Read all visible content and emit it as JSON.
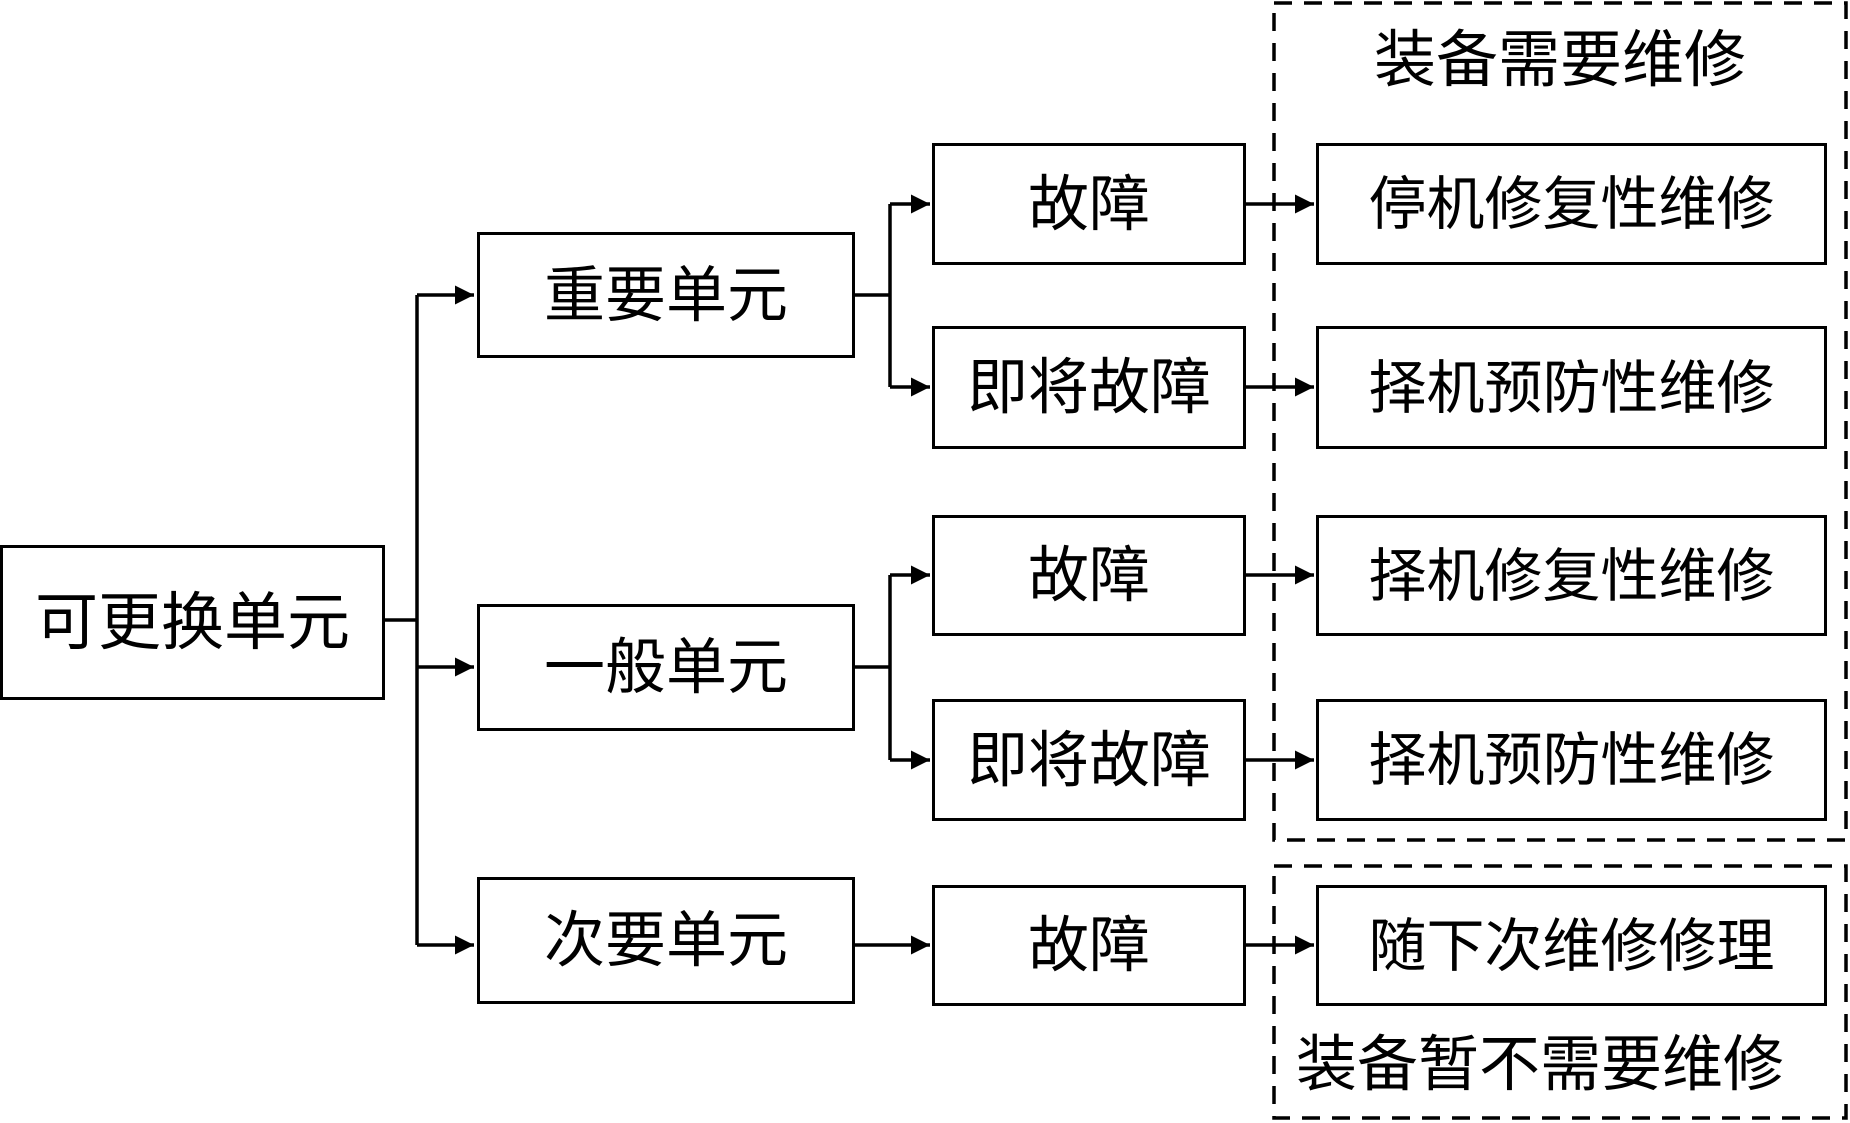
{
  "nodes": {
    "root": "可更换单元",
    "important_unit": "重要单元",
    "general_unit": "一般单元",
    "minor_unit": "次要单元",
    "important_fault": "故障",
    "important_imminent_fault": "即将故障",
    "general_fault": "故障",
    "general_imminent_fault": "即将故障",
    "minor_fault": "故障",
    "shutdown_corrective": "停机修复性维修",
    "opportunistic_preventive_1": "择机预防性维修",
    "opportunistic_corrective": "择机修复性维修",
    "opportunistic_preventive_2": "择机预防性维修",
    "next_maintenance_repair": "随下次维修修理"
  },
  "regions": {
    "needs_maintenance": "装备需要维修",
    "no_maintenance_needed": "装备暂不需要维修"
  }
}
